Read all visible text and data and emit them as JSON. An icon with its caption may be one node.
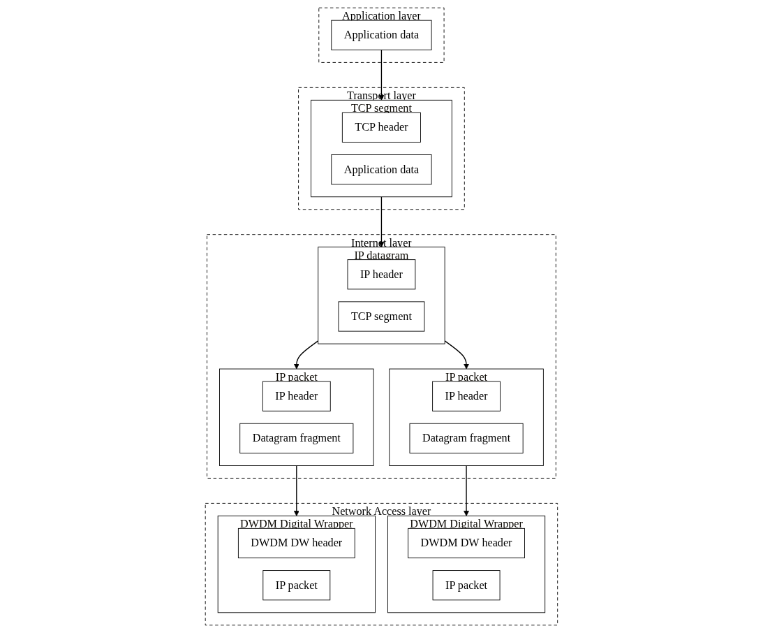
{
  "diagram": {
    "nodes": [
      {
        "text": [
          "Application layer"
        ]
      },
      {
        "text": [
          "Application data"
        ],
        "in": 0
      },
      {
        "text": [
          "Transport layer"
        ]
      },
      {
        "text": [
          "TCP segment"
        ],
        "in": 2
      },
      {
        "text": [
          "TCP header"
        ],
        "in": 3
      },
      {
        "text": [
          "Application data"
        ],
        "in": 3
      },
      {
        "text": [
          "Internet layer"
        ]
      },
      {
        "text": [
          "IP datagram"
        ],
        "in": 6
      },
      {
        "text": [
          "IP header"
        ],
        "in": 7
      },
      {
        "text": [
          "TCP segment"
        ],
        "in": 7
      },
      {
        "text": [
          "IP packet"
        ],
        "in": 6
      },
      {
        "text": [
          "IP header"
        ],
        "in": 10
      },
      {
        "text": [
          "Datagram fragment"
        ],
        "in": 10
      },
      {
        "text": [
          "IP packet"
        ],
        "in": 6
      },
      {
        "text": [
          "IP header"
        ],
        "in": 13
      },
      {
        "text": [
          "Datagram fragment"
        ],
        "in": 13
      },
      {
        "text": [
          "Network Access layer"
        ]
      },
      {
        "text": [
          "DWDM Digital Wrapper"
        ],
        "in": 16
      },
      {
        "text": [
          "DWDM DW header"
        ],
        "in": 17
      },
      {
        "text": [
          "IP packet"
        ],
        "in": 17
      },
      {
        "text": [
          "DWDM Digital Wrapper"
        ],
        "in": 16
      },
      {
        "text": [
          "DWDM DW header"
        ],
        "in": 20
      },
      {
        "text": [
          "IP packet"
        ],
        "in": 20
      }
    ],
    "edges": [
      {
        "from": 1,
        "to": 3,
        "arrow": "to"
      },
      {
        "from": 3,
        "to": 7,
        "arrow": "to"
      },
      {
        "from": 7,
        "to": 10,
        "arrow": "to"
      },
      {
        "from": 7,
        "to": 13,
        "arrow": "to"
      },
      {
        "from": 10,
        "to": 17,
        "arrow": "to"
      },
      {
        "from": 13,
        "to": 20,
        "arrow": "to"
      }
    ]
  }
}
